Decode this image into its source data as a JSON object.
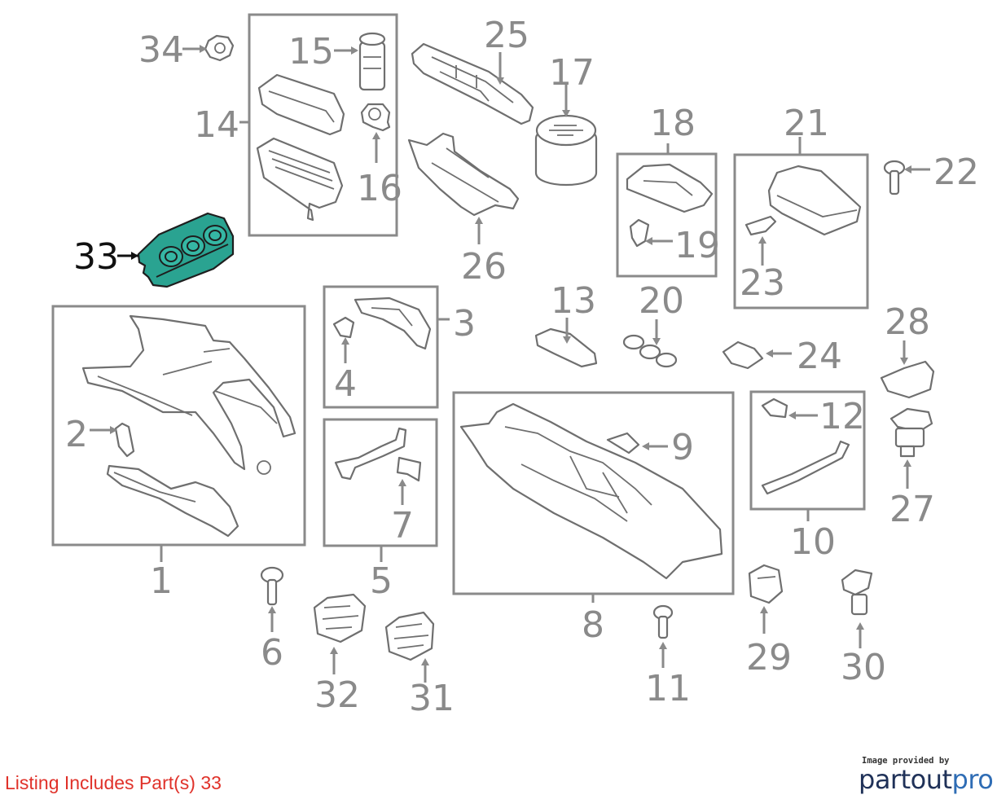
{
  "diagram": {
    "callouts": [
      {
        "id": "33",
        "text": "33",
        "highlight": true
      },
      {
        "id": "34",
        "text": "34"
      },
      {
        "id": "14",
        "text": "14"
      },
      {
        "id": "15",
        "text": "15"
      },
      {
        "id": "16",
        "text": "16"
      },
      {
        "id": "25",
        "text": "25"
      },
      {
        "id": "26",
        "text": "26"
      },
      {
        "id": "17",
        "text": "17"
      },
      {
        "id": "18",
        "text": "18"
      },
      {
        "id": "19",
        "text": "19"
      },
      {
        "id": "21",
        "text": "21"
      },
      {
        "id": "22",
        "text": "22"
      },
      {
        "id": "23",
        "text": "23"
      },
      {
        "id": "1",
        "text": "1"
      },
      {
        "id": "2",
        "text": "2"
      },
      {
        "id": "3",
        "text": "3"
      },
      {
        "id": "4",
        "text": "4"
      },
      {
        "id": "5",
        "text": "5"
      },
      {
        "id": "7",
        "text": "7"
      },
      {
        "id": "13",
        "text": "13"
      },
      {
        "id": "20",
        "text": "20"
      },
      {
        "id": "24",
        "text": "24"
      },
      {
        "id": "28",
        "text": "28"
      },
      {
        "id": "8",
        "text": "8"
      },
      {
        "id": "9",
        "text": "9"
      },
      {
        "id": "10",
        "text": "10"
      },
      {
        "id": "12",
        "text": "12"
      },
      {
        "id": "27",
        "text": "27"
      },
      {
        "id": "6",
        "text": "6"
      },
      {
        "id": "32",
        "text": "32"
      },
      {
        "id": "31",
        "text": "31"
      },
      {
        "id": "11",
        "text": "11"
      },
      {
        "id": "29",
        "text": "29"
      },
      {
        "id": "30",
        "text": "30"
      }
    ],
    "highlight_color": "#2aa391",
    "line_color": "#8a8a8a"
  },
  "footer": {
    "listing_note": "Listing Includes Part(s) 33",
    "listing_color": "#e0322a",
    "credit_small": "Image provided by",
    "brand_part1": "partout",
    "brand_part2": "pro"
  }
}
